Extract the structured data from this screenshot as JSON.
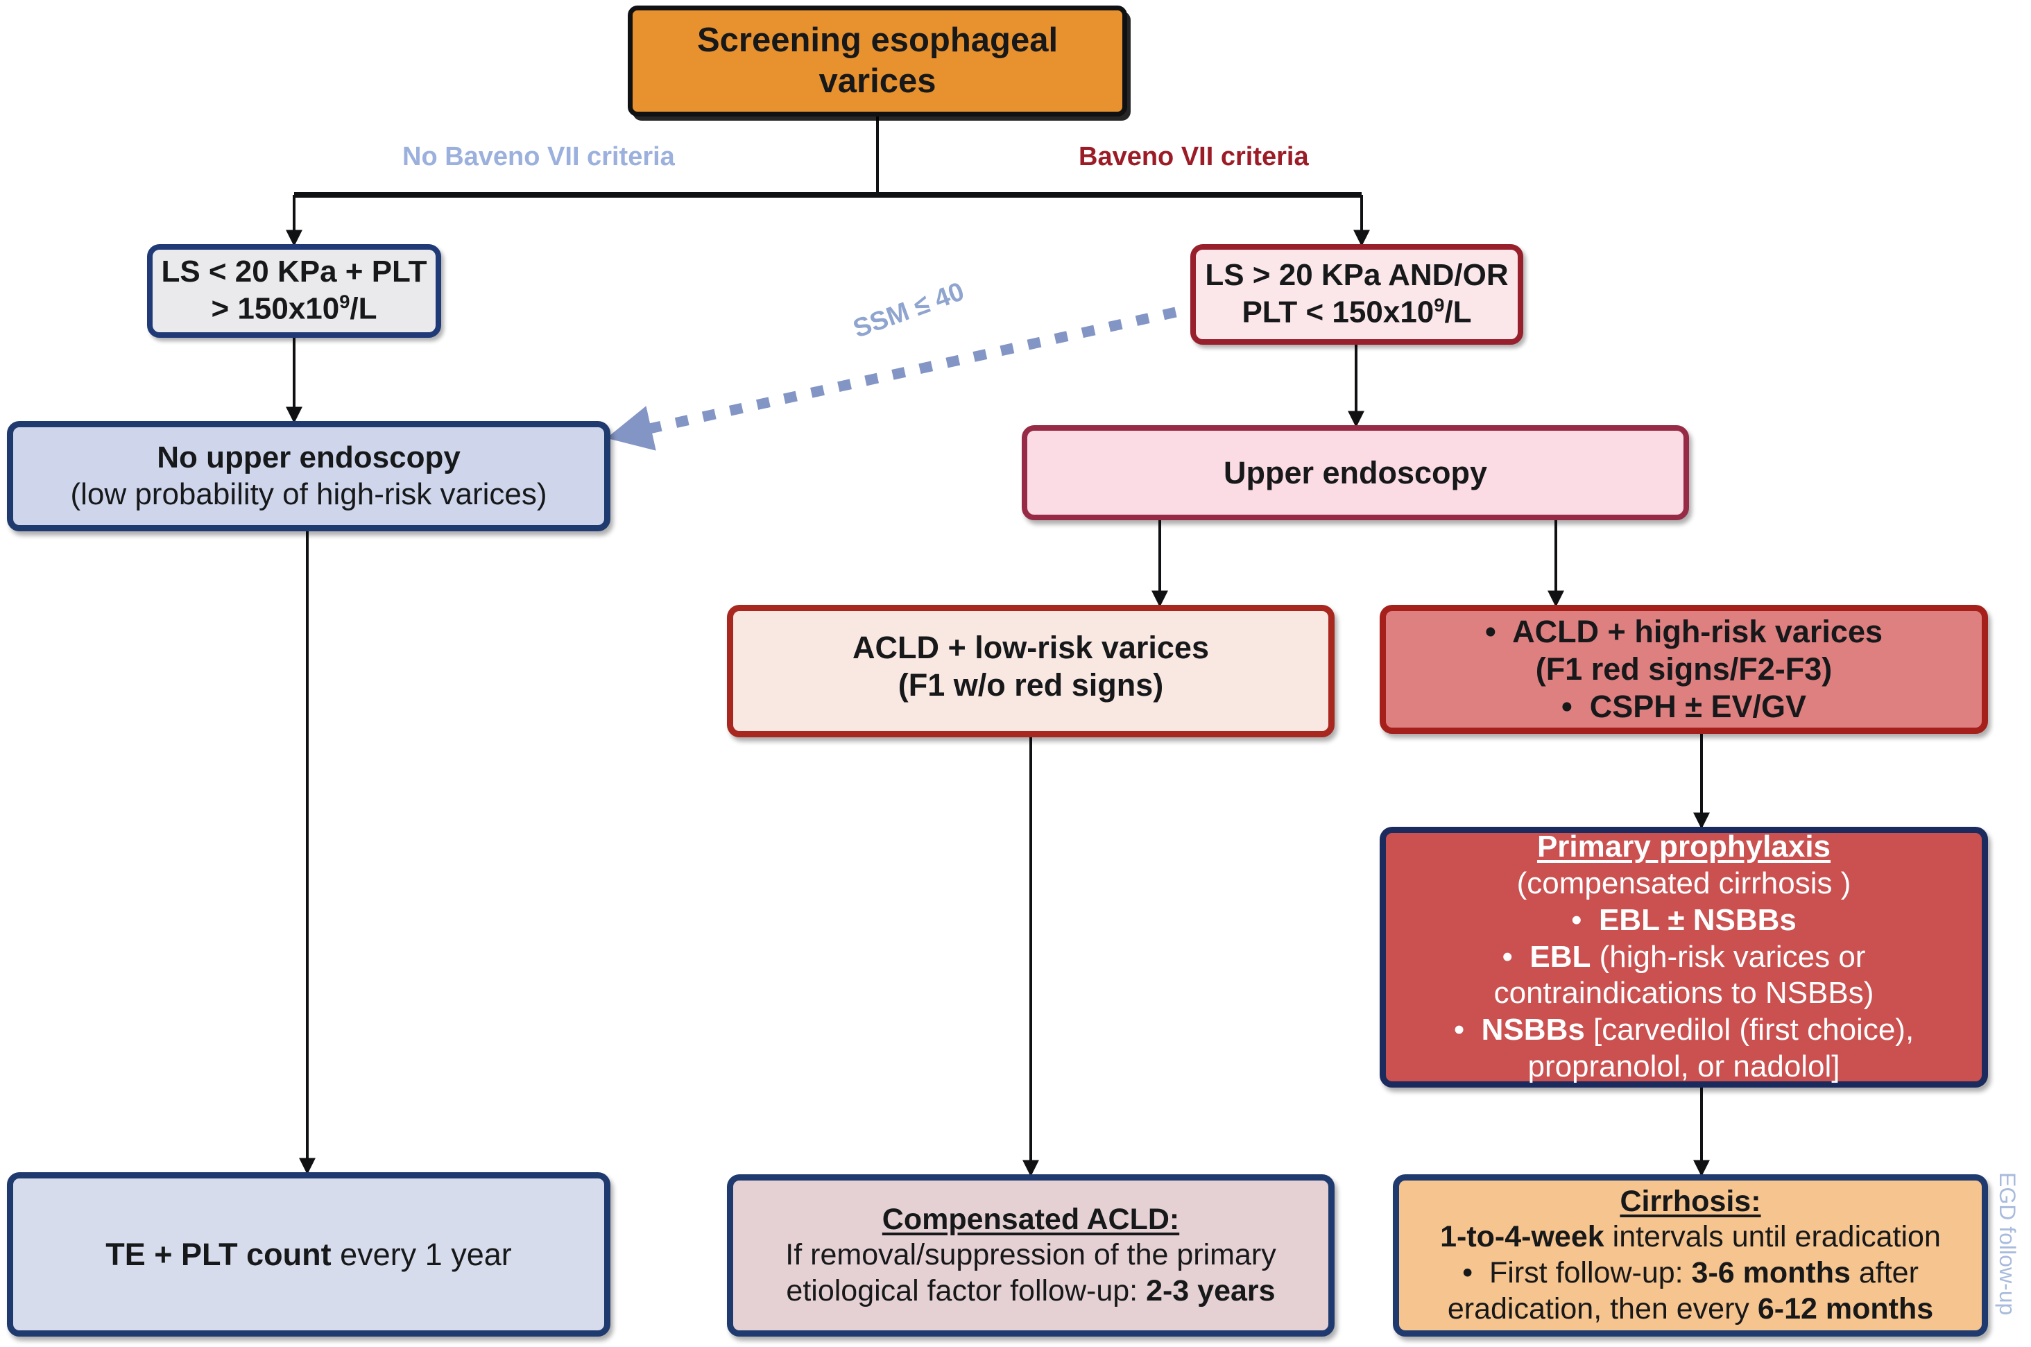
{
  "diagram": {
    "title_box": {
      "line1": "Screening esophageal",
      "line2": "varices"
    },
    "edge_labels": {
      "no_baveno": "No Baveno VII criteria",
      "baveno": "Baveno VII criteria",
      "ssm": "SSM ≤ 40"
    },
    "side_label": "EGD follow-up",
    "nodes": {
      "ls_low": {
        "line1": "LS < 20 KPa + PLT",
        "line2_a": "> 150x10",
        "line2_sup": "9",
        "line2_b": "/L"
      },
      "ls_high": {
        "line1": "LS > 20 KPa AND/OR",
        "line2_a": "PLT < 150x10",
        "line2_sup": "9",
        "line2_b": "/L"
      },
      "no_endoscopy": {
        "line1": "No upper endoscopy",
        "line2": "(low probability of high-risk varices)"
      },
      "upper_endoscopy": {
        "label": "Upper endoscopy"
      },
      "low_risk": {
        "line1": "ACLD + low-risk varices",
        "line2": "(F1 w/o red signs)"
      },
      "high_risk": {
        "b1_line1": "ACLD + high-risk varices",
        "b1_line2": "(F1 red signs/F2-F3)",
        "b2": "CSPH ± EV/GV"
      },
      "prophylaxis": {
        "heading": "Primary prophylaxis ",
        "subheading": "(compensated cirrhosis )",
        "b1_bold": "EBL ± NSBBs",
        "b2_bold": "EBL",
        "b2_rest_line1": " (high-risk varices or",
        "b2_rest_line2": "contraindications to NSBBs)",
        "b3_bold": "NSBBs",
        "b3_rest_line1": " [carvedilol (first choice),",
        "b3_rest_line2": "propranolol, or nadolol]"
      },
      "te_plt": {
        "bold": "TE + PLT count",
        "rest": " every 1 year"
      },
      "compensated_acld": {
        "heading": "Compensated ACLD:",
        "line1": "If removal/suppression of the primary",
        "line2_a": "etiological factor follow-up: ",
        "line2_bold": "2-3 years"
      },
      "cirrhosis": {
        "heading": "Cirrhosis:",
        "line1_bold": "1-to-4-week",
        "line1_rest": " intervals until eradication",
        "b1_a": "First follow-up: ",
        "b1_bold1": "3-6 months",
        "b1_b": " after",
        "b1_c": "eradication, then every ",
        "b1_bold2": "6-12 months"
      }
    },
    "colors": {
      "screening_fill": "#E8912F",
      "navy_border": "#1F3A6E",
      "dark_red_border": "#A5201B",
      "high_risk_fill": "#DE7F80",
      "prophylaxis_fill": "#CB5050",
      "cirrhosis_fill": "#F6C48E",
      "baveno_label": "#9B1C27",
      "no_baveno_label": "#9BB0DC",
      "ssm_arrow": "#8295C4"
    }
  }
}
